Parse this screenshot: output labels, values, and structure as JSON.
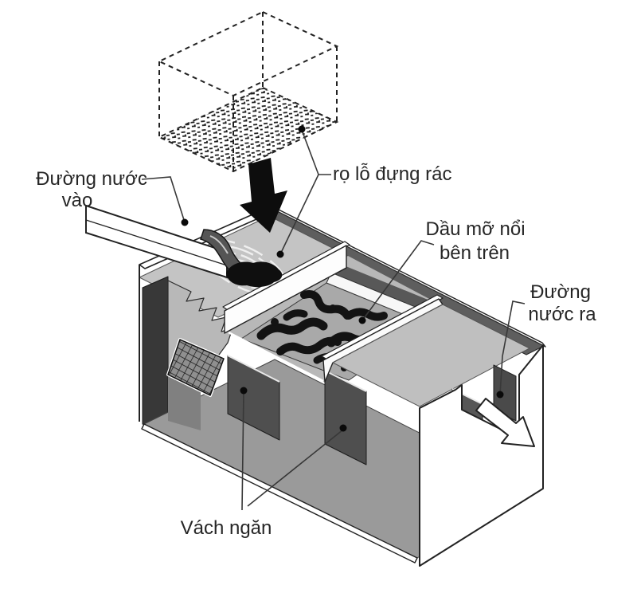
{
  "figure": {
    "type": "diagram",
    "labels": {
      "inlet1": "Đường nước",
      "inlet2": "vào",
      "basket": "rọ lỗ đựng rác",
      "grease1": "Dầu mỡ nổi",
      "grease2": "bên trên",
      "outlet1": "Đường",
      "outlet2": "nước ra",
      "baffle": "Vách ngăn"
    },
    "icons": [
      {
        "name": "inflow-arrow-icon",
        "shape": "solid-black-down-arrow"
      },
      {
        "name": "outflow-arrow-icon",
        "shape": "white-outline-arrow-down-right"
      },
      {
        "name": "leader-dot",
        "shape": "filled-black-circle"
      }
    ],
    "colors": {
      "background": "#ffffff",
      "line": "#1f1f1f",
      "text": "#262626",
      "water_surface_light": "#c4c4c4",
      "water_surface_mid": "#b8b8b8",
      "grease_surface": "#a9a9a9",
      "tank_bottom": "#9a9a9a",
      "back_wall_band": "#5e5e5e",
      "left_wall_inner": "#383838",
      "baffle_underwater": "#4f4f4f",
      "grease_blob": "#131313",
      "stream": "#555555"
    }
  }
}
